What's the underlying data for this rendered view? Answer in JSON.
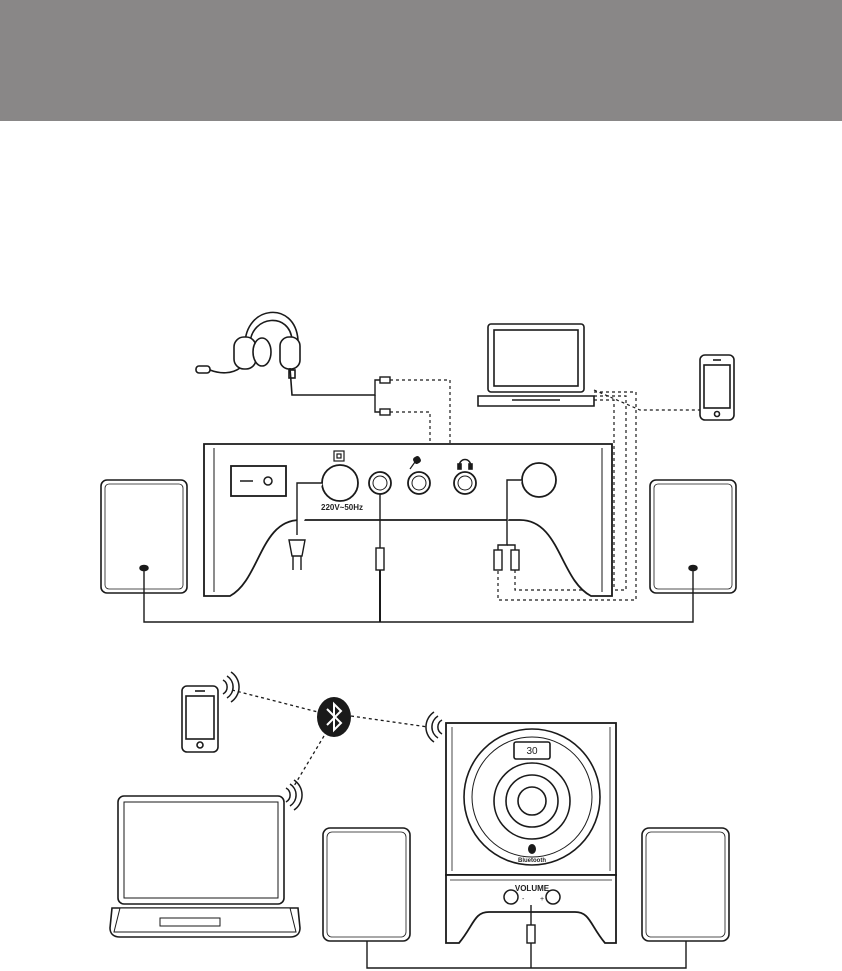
{
  "panel": {
    "voltage_label": "220V~50Hz"
  },
  "subwoofer": {
    "display_value": "30",
    "brand_label": "Bluetooth",
    "volume_label": "VOLUME",
    "minus_label": "-",
    "plus_label": "+"
  },
  "colors": {
    "header": "#898787",
    "line": "#1a1a1a"
  },
  "icons": {
    "bluetooth": "bluetooth-icon",
    "microphone": "microphone-icon",
    "headphone": "headphone-icon",
    "power": "power-icon"
  }
}
